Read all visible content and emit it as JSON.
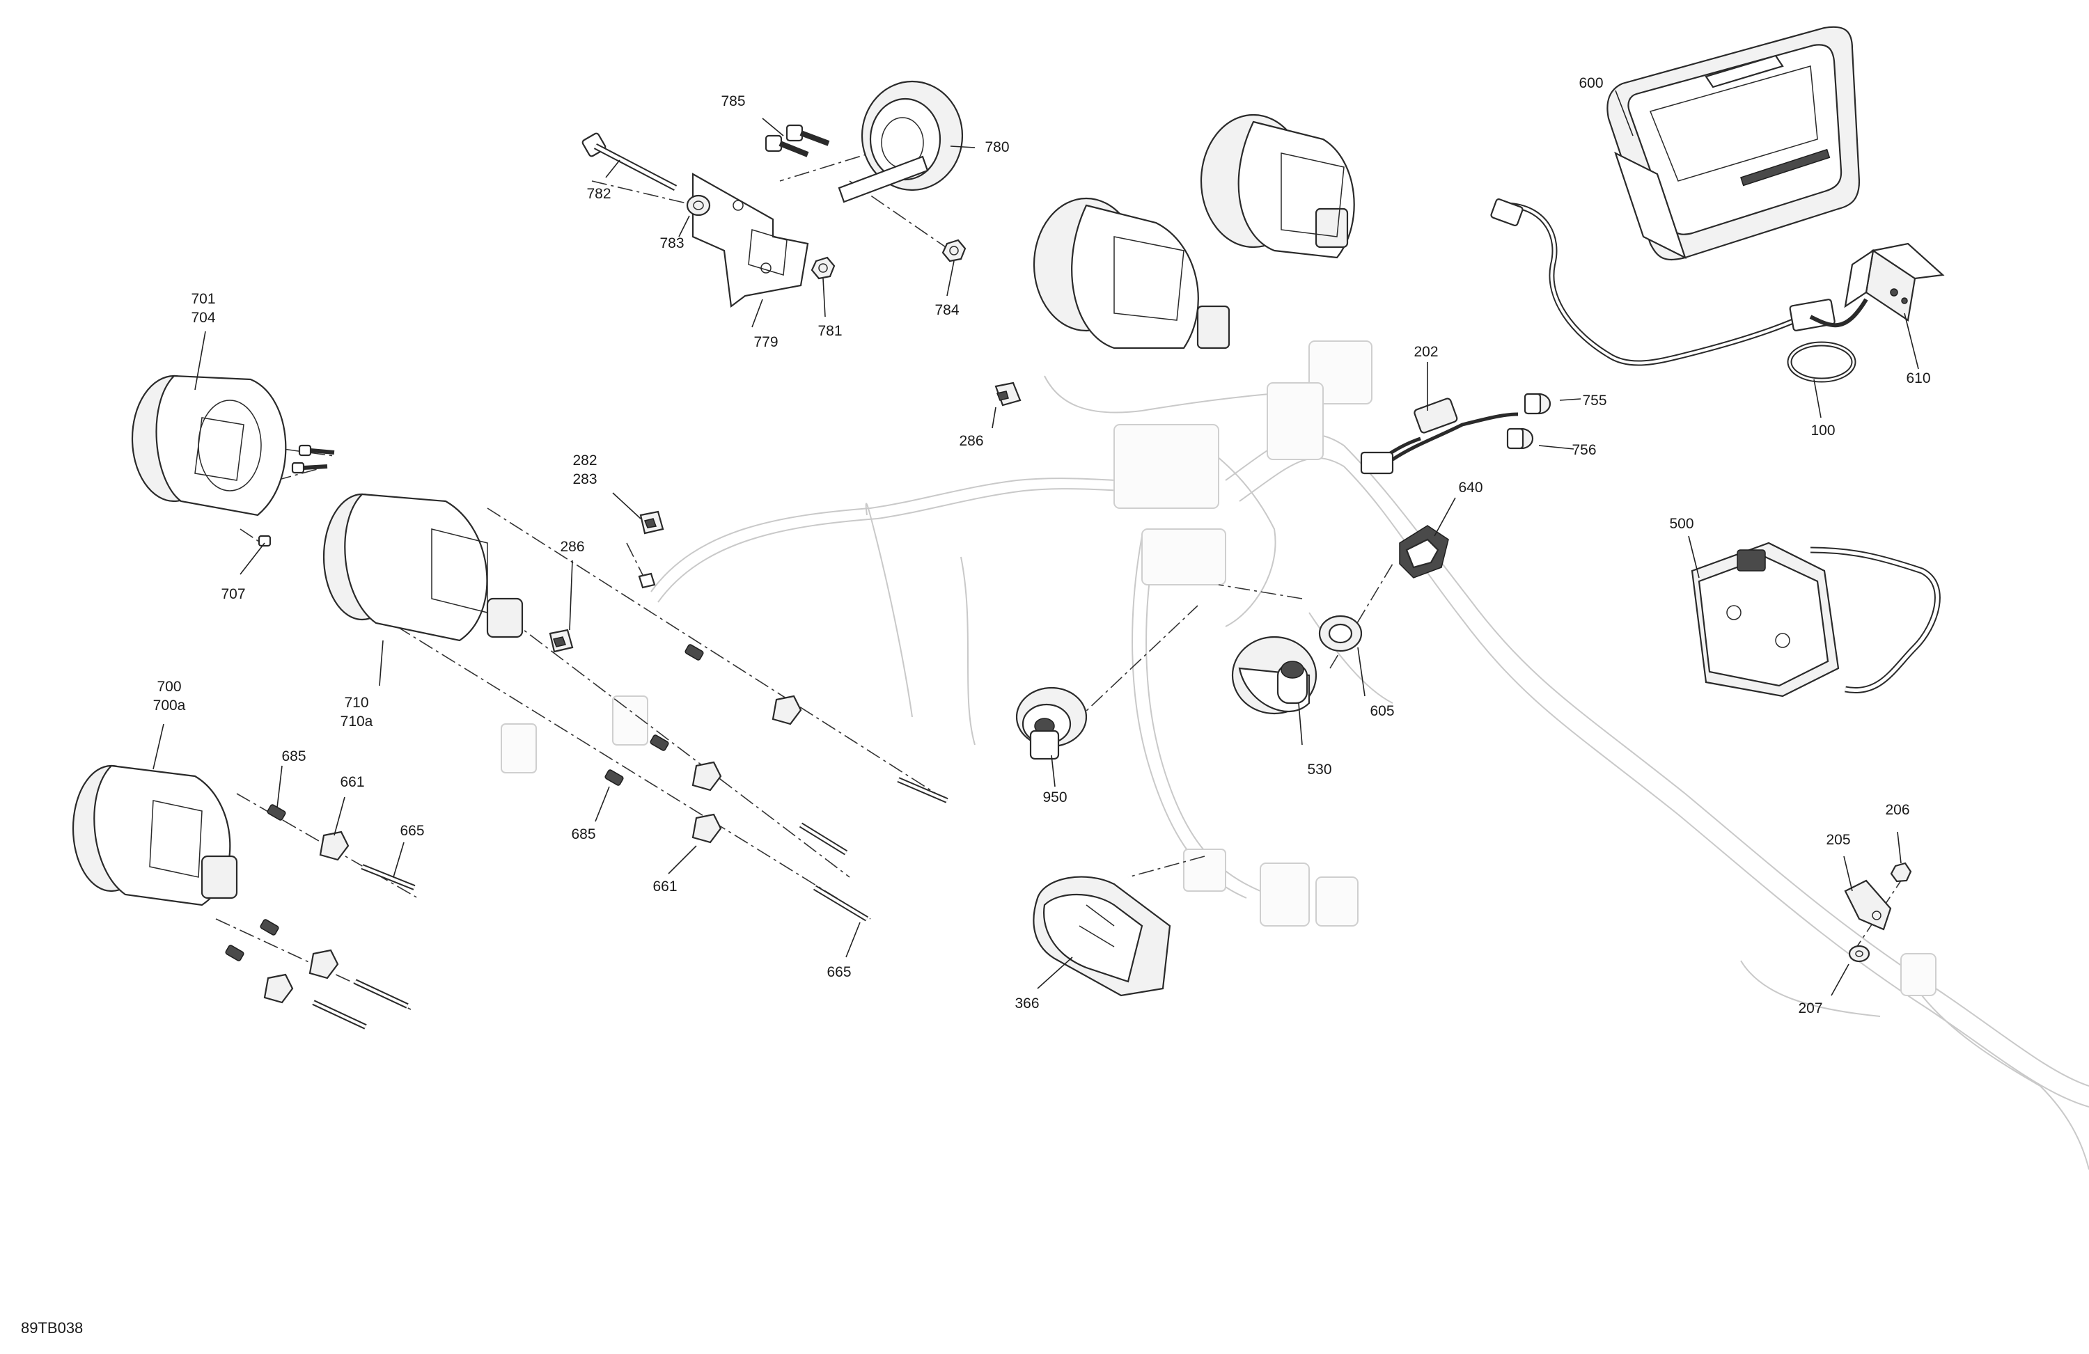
{
  "drawing_code": "89TB038",
  "callouts": [
    {
      "id": "c600",
      "lines": [
        "600"
      ]
    },
    {
      "id": "c610",
      "lines": [
        "610"
      ]
    },
    {
      "id": "c100",
      "lines": [
        "100"
      ]
    },
    {
      "id": "c755",
      "lines": [
        "755"
      ]
    },
    {
      "id": "c756",
      "lines": [
        "756"
      ]
    },
    {
      "id": "c202",
      "lines": [
        "202"
      ]
    },
    {
      "id": "c640",
      "lines": [
        "640"
      ]
    },
    {
      "id": "c605",
      "lines": [
        "605"
      ]
    },
    {
      "id": "c530",
      "lines": [
        "530"
      ]
    },
    {
      "id": "c500",
      "lines": [
        "500"
      ]
    },
    {
      "id": "c206",
      "lines": [
        "206"
      ]
    },
    {
      "id": "c205",
      "lines": [
        "205"
      ]
    },
    {
      "id": "c207",
      "lines": [
        "207"
      ]
    },
    {
      "id": "c950",
      "lines": [
        "950"
      ]
    },
    {
      "id": "c366",
      "lines": [
        "366"
      ]
    },
    {
      "id": "c286a",
      "lines": [
        "286"
      ]
    },
    {
      "id": "c286b",
      "lines": [
        "286"
      ]
    },
    {
      "id": "c282",
      "lines": [
        "282",
        "283"
      ]
    },
    {
      "id": "c785",
      "lines": [
        "785"
      ]
    },
    {
      "id": "c780",
      "lines": [
        "780"
      ]
    },
    {
      "id": "c782",
      "lines": [
        "782"
      ]
    },
    {
      "id": "c783",
      "lines": [
        "783"
      ]
    },
    {
      "id": "c779",
      "lines": [
        "779"
      ]
    },
    {
      "id": "c781",
      "lines": [
        "781"
      ]
    },
    {
      "id": "c784",
      "lines": [
        "784"
      ]
    },
    {
      "id": "c701",
      "lines": [
        "701",
        "704"
      ]
    },
    {
      "id": "c707",
      "lines": [
        "707"
      ]
    },
    {
      "id": "c710",
      "lines": [
        "710",
        "710a"
      ]
    },
    {
      "id": "c700",
      "lines": [
        "700",
        "700a"
      ]
    },
    {
      "id": "c685a",
      "lines": [
        "685"
      ]
    },
    {
      "id": "c661a",
      "lines": [
        "661"
      ]
    },
    {
      "id": "c665a",
      "lines": [
        "665"
      ]
    },
    {
      "id": "c685b",
      "lines": [
        "685"
      ]
    },
    {
      "id": "c661b",
      "lines": [
        "661"
      ]
    },
    {
      "id": "c665b",
      "lines": [
        "665"
      ]
    }
  ]
}
